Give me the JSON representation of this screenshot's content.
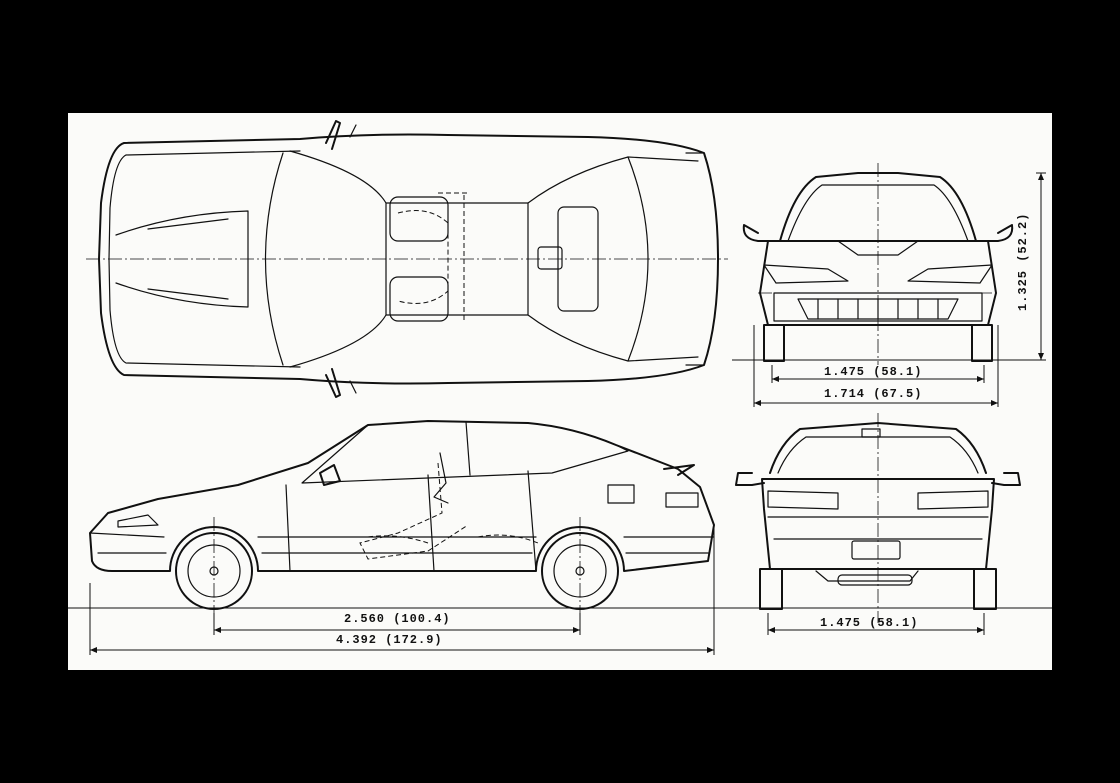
{
  "dimensions": {
    "front_track": "1.475 (58.1)",
    "overall_width": "1.714 (67.5)",
    "overall_height": "1.325 (52.2)",
    "wheelbase": "2.560 (100.4)",
    "overall_length": "4.392 (172.9)",
    "rear_track": "1.475 (58.1)"
  },
  "colors": {
    "background": "#000000",
    "paper": "#fbfbf9",
    "ink": "#111111"
  }
}
